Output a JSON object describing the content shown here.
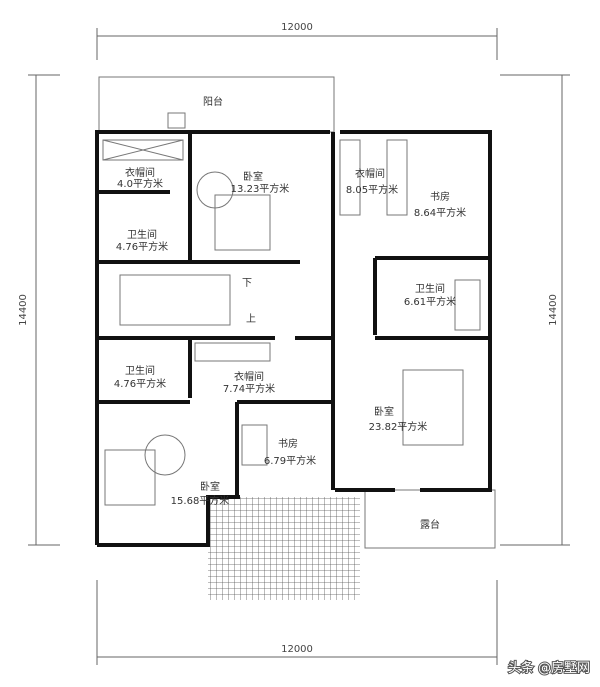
{
  "dimensions": {
    "top": "12000",
    "bottom": "12000",
    "left": "14400",
    "right": "14400"
  },
  "rooms": {
    "balcony": {
      "name": "阳台"
    },
    "closet_top_left": {
      "name": "衣帽间",
      "area": "4.0平方米"
    },
    "bedroom_top": {
      "name": "卧室",
      "area": "13.23平方米"
    },
    "closet_top_right": {
      "name": "衣帽间",
      "area": "8.05平方米"
    },
    "study_top": {
      "name": "书房",
      "area": "8.64平方米"
    },
    "bath_top_left": {
      "name": "卫生间",
      "area": "4.76平方米"
    },
    "stairs": {
      "down": "下",
      "up": "上"
    },
    "bath_right": {
      "name": "卫生间",
      "area": "6.61平方米"
    },
    "bath_bottom_left": {
      "name": "卫生间",
      "area": "4.76平方米"
    },
    "closet_middle": {
      "name": "衣帽间",
      "area": "7.74平方米"
    },
    "master_bedroom": {
      "name": "卧室",
      "area": "23.82平方米"
    },
    "study_bottom": {
      "name": "书房",
      "area": "6.79平方米"
    },
    "bedroom_bottom": {
      "name": "卧室",
      "area": "15.68平方米"
    },
    "terrace": {
      "name": "露台"
    }
  },
  "watermark": "头条 @房墅网"
}
